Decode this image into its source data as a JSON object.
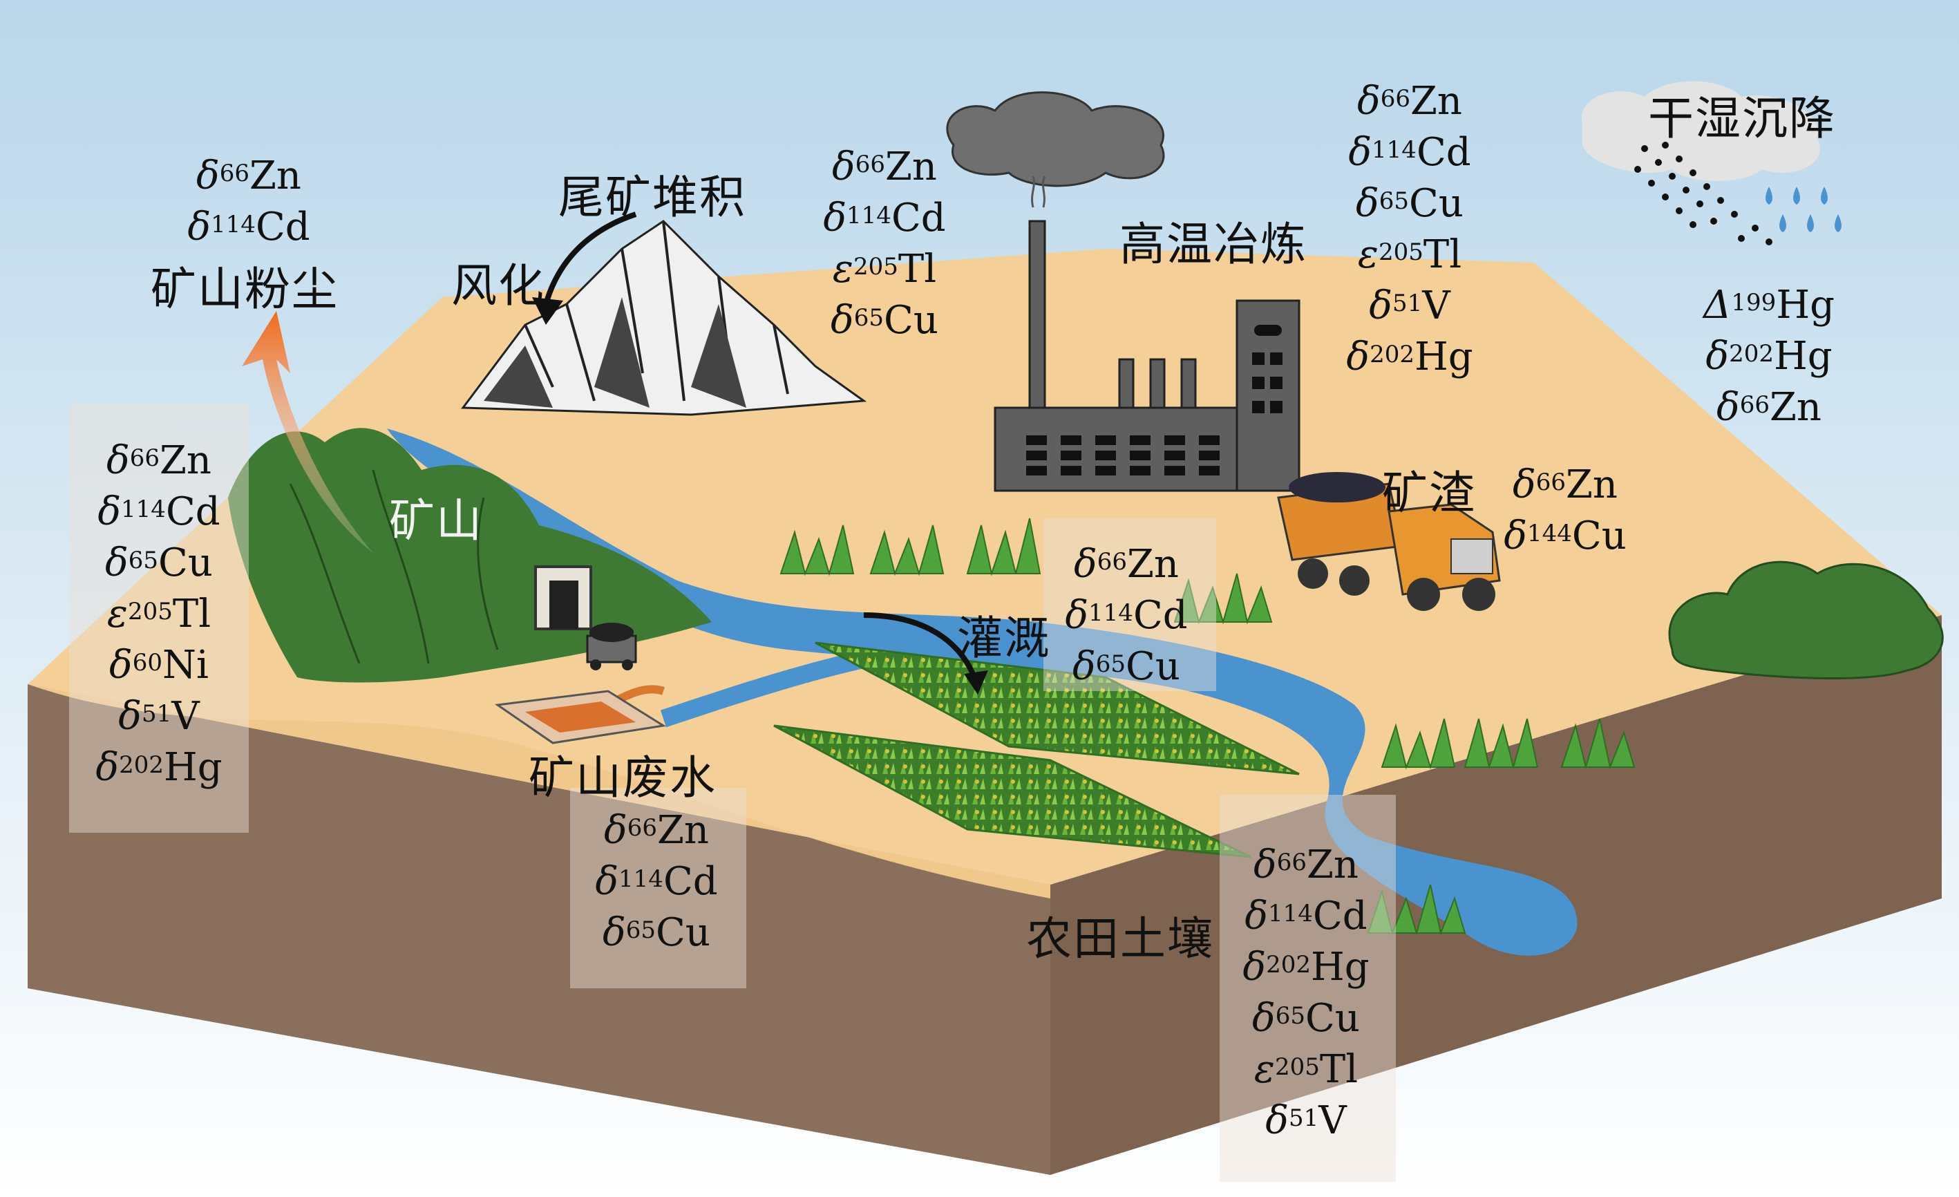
{
  "labels": {
    "mine_dust": "矿山粉尘",
    "tailings": "尾矿堆积",
    "weathering": "风化",
    "smelting": "高温冶炼",
    "deposition": "干湿沉降",
    "mine": "矿山",
    "slag": "矿渣",
    "irrigation": "灌溉",
    "mine_wastewater": "矿山废水",
    "farmland_soil": "农田土壤"
  },
  "isotope_groups": {
    "mine_dust": [
      {
        "sym": "δ",
        "mass": "66",
        "el": "Zn"
      },
      {
        "sym": "δ",
        "mass": "114",
        "el": "Cd"
      }
    ],
    "mine_soil": [
      {
        "sym": "δ",
        "mass": "66",
        "el": "Zn"
      },
      {
        "sym": "δ",
        "mass": "114",
        "el": "Cd"
      },
      {
        "sym": "δ",
        "mass": "65",
        "el": "Cu"
      },
      {
        "sym": "ε",
        "mass": "205",
        "el": "Tl"
      },
      {
        "sym": "δ",
        "mass": "60",
        "el": "Ni"
      },
      {
        "sym": "δ",
        "mass": "51",
        "el": "V"
      },
      {
        "sym": "δ",
        "mass": "202",
        "el": "Hg"
      }
    ],
    "tailings": [
      {
        "sym": "δ",
        "mass": "66",
        "el": "Zn"
      },
      {
        "sym": "δ",
        "mass": "114",
        "el": "Cd"
      },
      {
        "sym": "ε",
        "mass": "205",
        "el": "Tl"
      },
      {
        "sym": "δ",
        "mass": "65",
        "el": "Cu"
      }
    ],
    "smelting": [
      {
        "sym": "δ",
        "mass": "66",
        "el": "Zn"
      },
      {
        "sym": "δ",
        "mass": "114",
        "el": "Cd"
      },
      {
        "sym": "δ",
        "mass": "65",
        "el": "Cu"
      },
      {
        "sym": "ε",
        "mass": "205",
        "el": "Tl"
      },
      {
        "sym": "δ",
        "mass": "51",
        "el": "V"
      },
      {
        "sym": "δ",
        "mass": "202",
        "el": "Hg"
      }
    ],
    "deposition": [
      {
        "sym": "Δ",
        "mass": "199",
        "el": "Hg"
      },
      {
        "sym": "δ",
        "mass": "202",
        "el": "Hg"
      },
      {
        "sym": "δ",
        "mass": "66",
        "el": "Zn"
      }
    ],
    "slag": [
      {
        "sym": "δ",
        "mass": "66",
        "el": "Zn"
      },
      {
        "sym": "δ",
        "mass": "144",
        "el": "Cu"
      }
    ],
    "irrigation": [
      {
        "sym": "δ",
        "mass": "66",
        "el": "Zn"
      },
      {
        "sym": "δ",
        "mass": "114",
        "el": "Cd"
      },
      {
        "sym": "δ",
        "mass": "65",
        "el": "Cu"
      }
    ],
    "wastewater": [
      {
        "sym": "δ",
        "mass": "66",
        "el": "Zn"
      },
      {
        "sym": "δ",
        "mass": "114",
        "el": "Cd"
      },
      {
        "sym": "δ",
        "mass": "65",
        "el": "Cu"
      }
    ],
    "farmland": [
      {
        "sym": "δ",
        "mass": "66",
        "el": "Zn"
      },
      {
        "sym": "δ",
        "mass": "114",
        "el": "Cd"
      },
      {
        "sym": "δ",
        "mass": "202",
        "el": "Hg"
      },
      {
        "sym": "δ",
        "mass": "65",
        "el": "Cu"
      },
      {
        "sym": "ε",
        "mass": "205",
        "el": "Tl"
      },
      {
        "sym": "δ",
        "mass": "51",
        "el": "V"
      }
    ]
  },
  "colors": {
    "sky_top": "#b9d6ea",
    "sky_bottom": "#ffffff",
    "land": "#f4cf98",
    "soil": "#8a6f5c",
    "river": "#4a93cf",
    "mountain": "#3f7a34",
    "factory": "#5f5f5f",
    "truck": "#e08a2c",
    "arrow": "#f06a1c"
  }
}
